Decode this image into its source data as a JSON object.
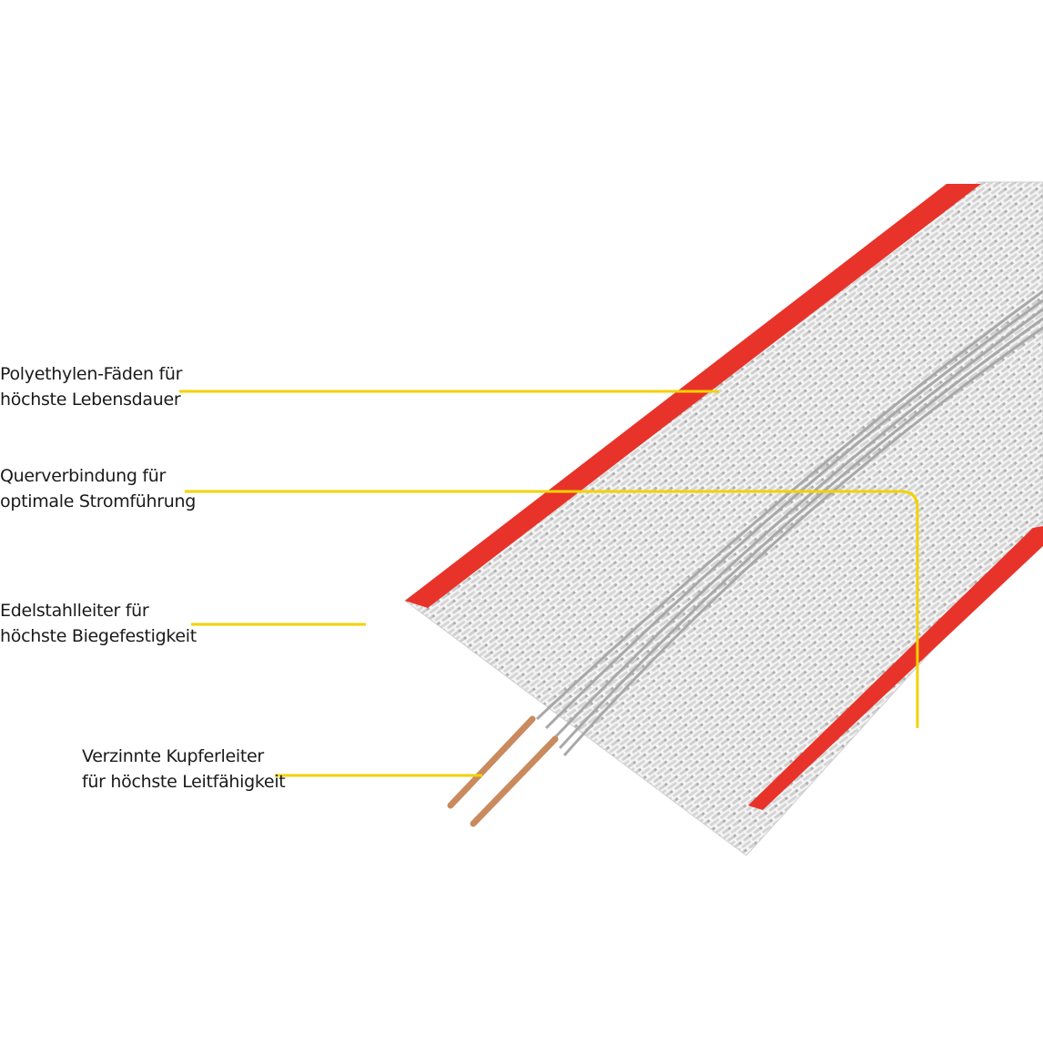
{
  "colors": {
    "leader_line": "#f2d200",
    "stripe": "#e8332a",
    "weave": "#e9e9e9",
    "copper": "#c98a5e"
  },
  "labels": [
    {
      "line1": "Polyethylen-Fäden für",
      "line2": "höchste Lebensdauer"
    },
    {
      "line1": "Querverbindung für",
      "line2": "optimale Stromführung"
    },
    {
      "line1": "Edelstahlleiter für",
      "line2": "höchste Biegefestigkeit"
    },
    {
      "line1": "Verzinnte Kupferleiter",
      "line2": "für höchste Leitfähigkeit"
    }
  ]
}
